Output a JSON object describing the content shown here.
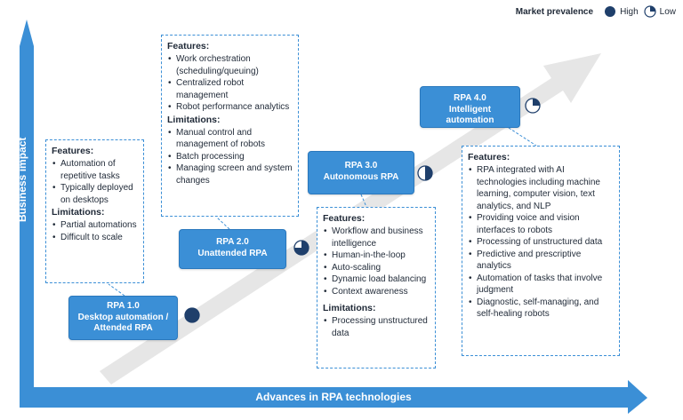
{
  "legend": {
    "title": "Market prevalence",
    "high_label": "High",
    "low_label": "Low"
  },
  "axes": {
    "y_label": "Business impact",
    "x_label": "Advances in RPA technologies"
  },
  "colors": {
    "accent": "#3b8fd6",
    "dark_navy": "#1f3f6b",
    "arrow_grey": "#e6e6e6"
  },
  "stages": [
    {
      "title": "RPA 1.0",
      "subtitle": "Desktop automation / Attended RPA",
      "prevalence": 1.0,
      "features_heading": "Features:",
      "features": [
        "Automation of repetitive tasks",
        "Typically deployed on desktops"
      ],
      "limitations_heading": "Limitations:",
      "limitations": [
        "Partial automations",
        "Difficult to scale"
      ]
    },
    {
      "title": "RPA 2.0",
      "subtitle": "Unattended RPA",
      "prevalence": 0.75,
      "features_heading": "Features:",
      "features": [
        "Work orchestration (scheduling/queuing)",
        "Centralized robot management",
        "Robot performance analytics"
      ],
      "limitations_heading": "Limitations:",
      "limitations": [
        "Manual control and management of robots",
        "Batch processing",
        "Managing screen and system changes"
      ]
    },
    {
      "title": "RPA 3.0",
      "subtitle": "Autonomous RPA",
      "prevalence": 0.5,
      "features_heading": "Features:",
      "features": [
        "Workflow and business intelligence",
        "Human-in-the-loop",
        "Auto-scaling",
        "Dynamic load balancing",
        "Context awareness"
      ],
      "limitations_heading": "Limitations:",
      "limitations": [
        "Processing unstructured data"
      ]
    },
    {
      "title": "RPA 4.0",
      "subtitle": "Intelligent automation",
      "prevalence": 0.25,
      "features_heading": "Features:",
      "features": [
        "RPA integrated with AI technologies including machine learning, computer vision, text analytics, and NLP",
        "Providing voice and vision interfaces to robots",
        "Processing of unstructured data",
        "Predictive and prescriptive analytics",
        "Automation of tasks that involve judgment",
        "Diagnostic, self-managing, and self-healing robots"
      ]
    }
  ]
}
